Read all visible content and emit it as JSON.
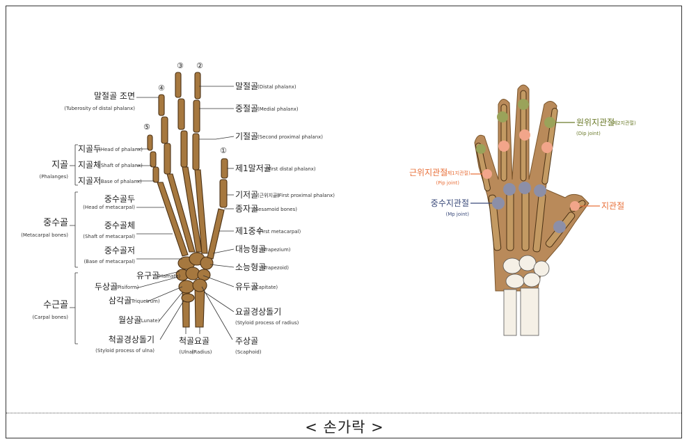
{
  "caption": "< 손가락 >",
  "finger_numbers": {
    "n1": "①",
    "n2": "②",
    "n3": "③",
    "n4": "④",
    "n5": "⑤"
  },
  "left_labels": {
    "tuberosity": {
      "ko": "말절골 조면",
      "en": "(Tuberosity of distal phalanx)"
    },
    "head_phalanx": {
      "ko": "지골두",
      "en": "(Head of phalanx)"
    },
    "shaft_phalanx": {
      "ko": "지골체",
      "en": "(Shaft of phalanx)"
    },
    "base_phalanx": {
      "ko": "지골저",
      "en": "(Base of phalanx)"
    },
    "phalanges": {
      "ko": "지골",
      "en": "(Phalanges)"
    },
    "head_metacarpal": {
      "ko": "중수골두",
      "en": "(Head of metacarpal)"
    },
    "shaft_metacarpal": {
      "ko": "중수골체",
      "en": "(Shaft of metacarpal)"
    },
    "base_metacarpal": {
      "ko": "중수골저",
      "en": "(Base of metacarpal)"
    },
    "metacarpal_bones": {
      "ko": "중수골",
      "en": "(Metacarpal bones)"
    },
    "hamate": {
      "ko": "유구골",
      "en": "(Hamate)"
    },
    "pisiform": {
      "ko": "두상골",
      "en": "(Pisiform)"
    },
    "triquetrum": {
      "ko": "삼각골",
      "en": "(Triquetrum)"
    },
    "lunate": {
      "ko": "월상골",
      "en": "(Lunate)"
    },
    "carpal_bones": {
      "ko": "수근골",
      "en": "(Carpal bones)"
    },
    "styloid_ulna": {
      "ko": "척골경상돌기",
      "en": "(Styloid process of ulna)"
    },
    "ulna": {
      "ko": "척골",
      "en": "(Ulna)"
    },
    "radius": {
      "ko": "요골",
      "en": "(Radius)"
    }
  },
  "right_labels": {
    "distal_phalanx": {
      "ko": "말절골",
      "en": "(Distal phalanx)"
    },
    "medial_phalanx": {
      "ko": "중절골",
      "en": "(Medial phalanx)"
    },
    "second_proximal": {
      "ko": "기절골",
      "en": "(Second proximal phalanx)"
    },
    "first_distal": {
      "ko": "제1말저골",
      "en": "(First distal phalanx)"
    },
    "first_proximal": {
      "ko": "기저골",
      "sub": "(근위지골)",
      "en": "(First proximal phalanx)"
    },
    "sesamoid": {
      "ko": "종자골",
      "en": "(Sesamoid bones)"
    },
    "first_metacarpal": {
      "ko": "제1중수",
      "en": "(First metacarpal)"
    },
    "trapezium": {
      "ko": "대능형골",
      "en": "(Trapezium)"
    },
    "trapezoid": {
      "ko": "소능형골",
      "en": "(Trapezoid)"
    },
    "capitate": {
      "ko": "유두골",
      "en": "(Capitate)"
    },
    "styloid_radius": {
      "ko": "요골경상돌기",
      "en": "(Styloid process of radius)"
    },
    "scaphoid": {
      "ko": "주상골",
      "en": "(Scaphoid)"
    }
  },
  "joint_labels": {
    "dip": {
      "ko": "원위지관절",
      "sub": "(제2지관절)",
      "en": "(Dip joint)",
      "color": "#6b7a2a"
    },
    "pip": {
      "ko": "근위지관절",
      "sub": "(제1지관절)",
      "en": "(Pip joint)",
      "color": "#e8703a"
    },
    "mp": {
      "ko": "중수지관절",
      "en": "(Mp joint)",
      "color": "#3a4a7a"
    },
    "thumb": {
      "ko": "지관절",
      "color": "#e8703a"
    }
  },
  "colors": {
    "bone": "#a6783f",
    "skin": "#b98a5a",
    "dip": "#9aa35a",
    "pip": "#f2a58a",
    "mp": "#8c8fa8"
  }
}
